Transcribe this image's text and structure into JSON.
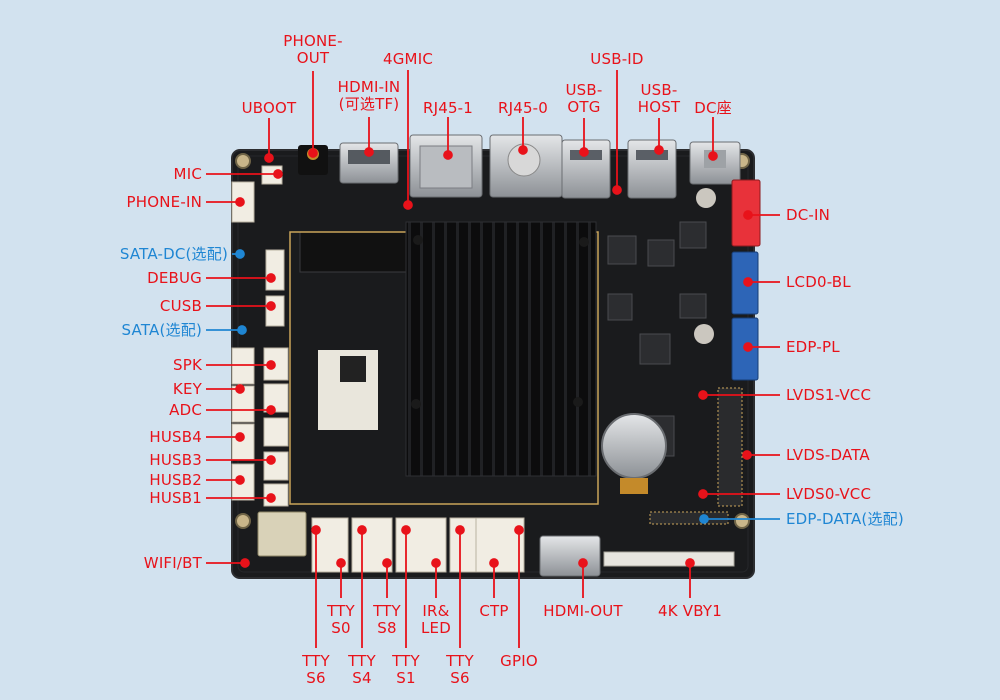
{
  "colors": {
    "background": "#d2e2ef",
    "label_red": "#e8121a",
    "label_blue": "#1f86d3",
    "board": "#1a1b1d",
    "heatsink": "#0b0b0c"
  },
  "labels": {
    "phone_out": "PHONE-\nOUT",
    "hdmi_in": "HDMI-IN\n(可选TF)",
    "fourg_mic": "4GMIC",
    "usb_id": "USB-ID",
    "uboot": "UBOOT",
    "rj45_1": "RJ45-1",
    "rj45_0": "RJ45-0",
    "usb_otg": "USB-\nOTG",
    "usb_host": "USB-\nHOST",
    "dc_socket": "DC座",
    "mic": "MIC",
    "phone_in": "PHONE-IN",
    "sata_dc": "SATA-DC(选配)",
    "debug": "DEBUG",
    "cusb": "CUSB",
    "sata": "SATA(选配)",
    "spk": "SPK",
    "key": "KEY",
    "adc": "ADC",
    "husb4": "HUSB4",
    "husb3": "HUSB3",
    "husb2": "HUSB2",
    "husb1": "HUSB1",
    "wifi_bt": "WIFI/BT",
    "dc_in": "DC-IN",
    "lcd0_bl": "LCD0-BL",
    "edp_pl": "EDP-PL",
    "lvds1_vcc": "LVDS1-VCC",
    "lvds_data": "LVDS-DATA",
    "lvds0_vcc": "LVDS0-VCC",
    "edp_data": "EDP-DATA(选配)",
    "tty_s0": "TTY\nS0",
    "tty_s8": "TTY\nS8",
    "ir_led": "IR&\nLED",
    "ctp": "CTP",
    "hdmi_out": "HDMI-OUT",
    "vby1_4k": "4K VBY1",
    "tty_s6_a": "TTY\nS6",
    "tty_s4": "TTY\nS4",
    "tty_s1": "TTY\nS1",
    "tty_s6_b": "TTY\nS6",
    "gpio": "GPIO"
  }
}
